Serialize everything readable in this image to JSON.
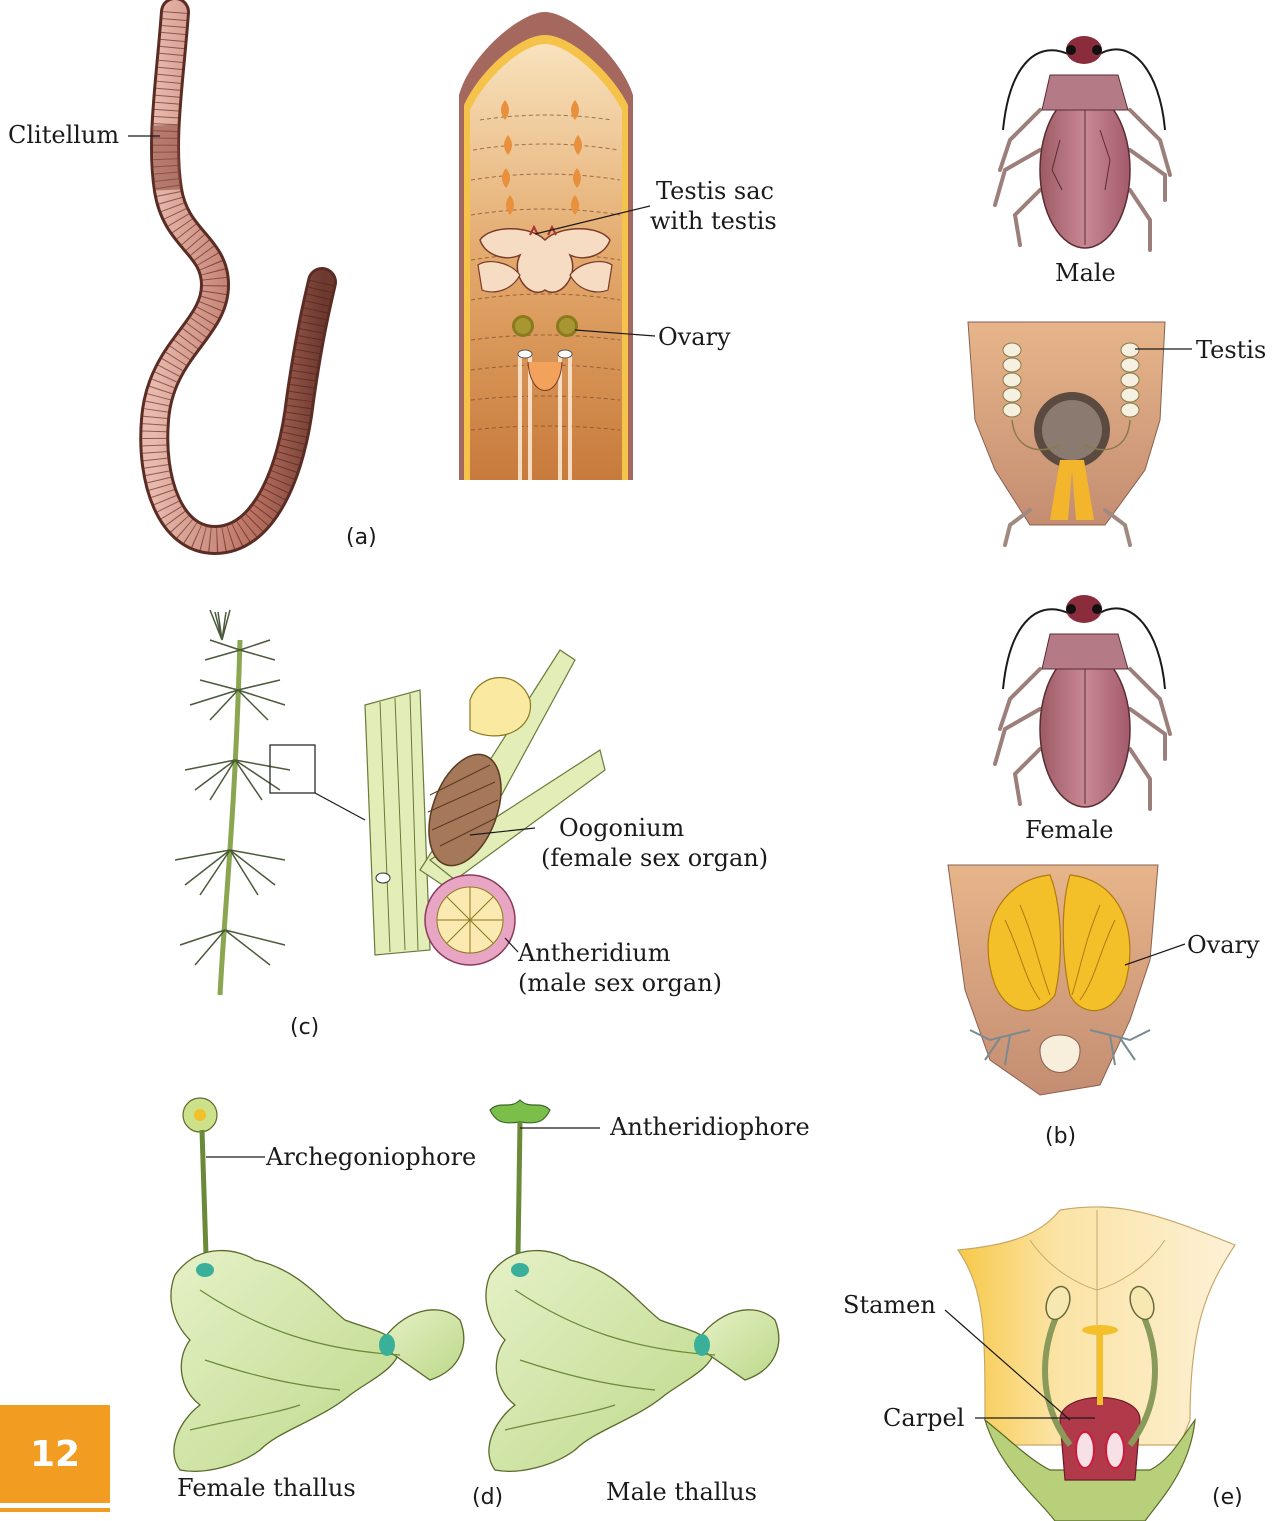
{
  "page_number": "12",
  "colors": {
    "accent": "#f39c22"
  },
  "panels": {
    "a": {
      "caption": "(a)",
      "labels": {
        "clitellum": "Clitellum",
        "testis_sac": "Testis sac",
        "with_testis": "with testis",
        "ovary": "Ovary"
      }
    },
    "b": {
      "caption": "(b)",
      "labels": {
        "male": "Male",
        "testis": "Testis",
        "female": "Female",
        "ovary": "Ovary"
      }
    },
    "c": {
      "caption": "(c)",
      "labels": {
        "oogonium": "Oogonium",
        "oogonium_desc": "(female sex organ)",
        "antheridium": "Antheridium",
        "antheridium_desc": "(male sex organ)"
      }
    },
    "d": {
      "caption": "(d)",
      "labels": {
        "archegoniophore": "Archegoniophore",
        "antheridiophore": "Antheridiophore",
        "female_thallus": "Female thallus",
        "male_thallus": "Male thallus"
      }
    },
    "e": {
      "caption": "(e)",
      "labels": {
        "stamen": "Stamen",
        "carpel": "Carpel"
      }
    }
  }
}
